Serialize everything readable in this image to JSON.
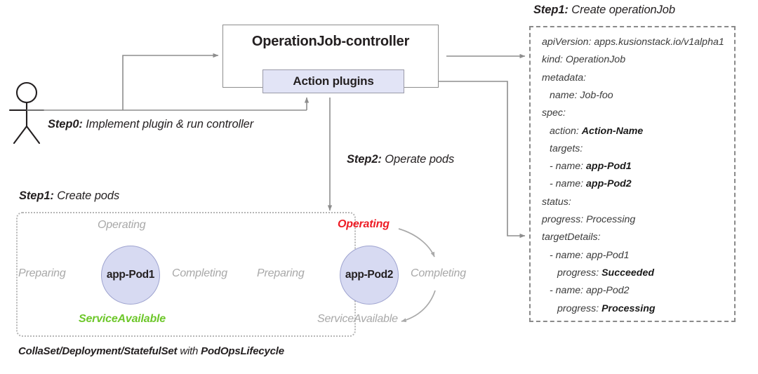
{
  "diagram": {
    "title_context": "OperationJob controller flow",
    "colors": {
      "line": "#8d8d8d",
      "plugin_fill": "#e2e4f6",
      "pod_fill": "#d7daf2",
      "green": "#6dc72a",
      "red": "#ee1c25",
      "dash_border": "#8a8a8a"
    }
  },
  "controller": {
    "title": "OperationJob-controller",
    "plugin_label": "Action plugins"
  },
  "steps": {
    "step0": {
      "lead": "Step0:",
      "text": " Implement plugin & run controller"
    },
    "step1_pods": {
      "lead": "Step1:",
      "text": " Create pods"
    },
    "step1_job": {
      "lead": "Step1:",
      "text": " Create operationJob"
    },
    "step2": {
      "lead": "Step2:",
      "text": " Operate pods"
    }
  },
  "yaml": {
    "lines": [
      {
        "indent": 0,
        "plain": "apiVersion: apps.kusionstack.io/v1alpha1",
        "bold": ""
      },
      {
        "indent": 0,
        "plain": "kind: OperationJob",
        "bold": ""
      },
      {
        "indent": 0,
        "plain": "metadata:",
        "bold": ""
      },
      {
        "indent": 1,
        "plain": "name: Job-foo",
        "bold": ""
      },
      {
        "indent": 0,
        "plain": "spec:",
        "bold": ""
      },
      {
        "indent": 1,
        "plain": "action: ",
        "bold": "Action-Name"
      },
      {
        "indent": 1,
        "plain": "targets:",
        "bold": ""
      },
      {
        "indent": 1,
        "plain": "- name: ",
        "bold": "app-Pod1"
      },
      {
        "indent": 1,
        "plain": "- name: ",
        "bold": "app-Pod2"
      },
      {
        "indent": 0,
        "plain": "status:",
        "bold": ""
      },
      {
        "indent": 0,
        "plain": "progress: Processing",
        "bold": ""
      },
      {
        "indent": 0,
        "plain": "targetDetails:",
        "bold": ""
      },
      {
        "indent": 1,
        "plain": "- name: app-Pod1",
        "bold": ""
      },
      {
        "indent": 2,
        "plain": "progress: ",
        "bold": "Succeeded"
      },
      {
        "indent": 1,
        "plain": "- name: app-Pod2",
        "bold": ""
      },
      {
        "indent": 2,
        "plain": "progress: ",
        "bold": "Processing"
      }
    ]
  },
  "pods": [
    {
      "name": "app-Pod1",
      "states": {
        "top": "Operating",
        "left": "Preparing",
        "right": "Completing",
        "bottom": "ServiceAvailable"
      },
      "top_highlight": "none",
      "bottom_highlight": "green"
    },
    {
      "name": "app-Pod2",
      "states": {
        "top": "Operating",
        "left": "Preparing",
        "right": "Completing",
        "bottom": "ServiceAvailable"
      },
      "top_highlight": "red",
      "bottom_highlight": "none"
    }
  ],
  "footer": {
    "bold1": "CollaSet/Deployment/StatefulSet",
    "mid": " with ",
    "bold2": "PodOpsLifecycle"
  }
}
